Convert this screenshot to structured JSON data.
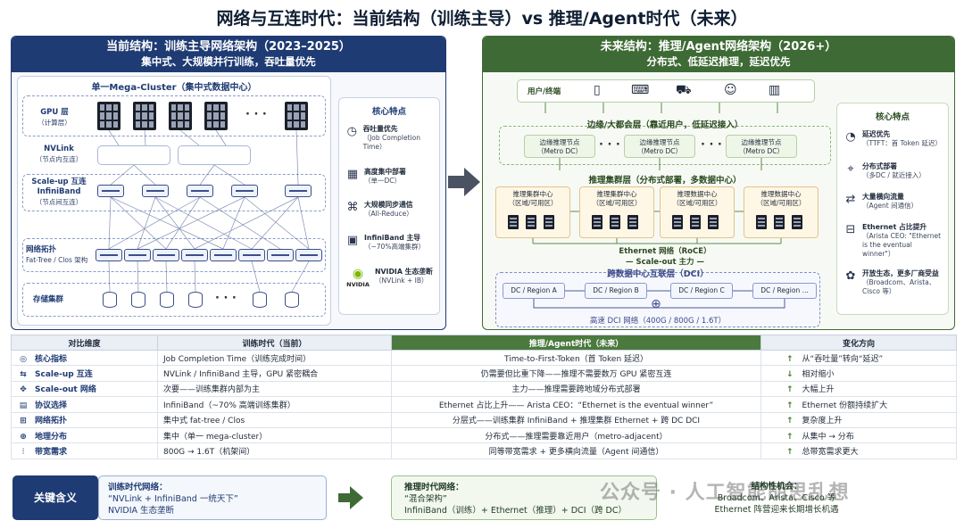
{
  "title": "网络与互连时代：当前结构（训练主导）vs 推理/Agent时代（未来）",
  "left_panel": {
    "title": "当前结构：训练主导网络架构（2023–2025）",
    "subtitle": "集中式、大规模并行训练，吞吐量优先",
    "cluster_title": "单一Mega-Cluster（集中式数据中心）",
    "gpu_layer": "GPU 层",
    "gpu_layer_sub": "（计算层）",
    "nvlink": "NVLink",
    "nvlink_sub": "（节点内互连）",
    "scaleup": "Scale-up 互连",
    "scaleup_ib": "InfiniBand",
    "scaleup_sub": "（节点间互连）",
    "topo": "网络拓扑",
    "topo_sub": "Fat-Tree / Clos 架构",
    "storage": "存储集群",
    "ellipsis": "· · ·",
    "features_title": "核心特点",
    "features": [
      {
        "icon": "clock-icon",
        "glyph": "◷",
        "title": "吞吐量优先",
        "sub": "（Job Completion Time）"
      },
      {
        "icon": "building-icon",
        "glyph": "▦",
        "title": "高度集中部署",
        "sub": "（单一DC）"
      },
      {
        "icon": "network-icon",
        "glyph": "⌘",
        "title": "大规模同步通信",
        "sub": "（All-Reduce）"
      },
      {
        "icon": "chip-icon",
        "glyph": "▣",
        "title": "InfiniBand 主导",
        "sub": "（~70%高端集群）"
      },
      {
        "icon": "nvidia-logo-icon",
        "glyph": "◉",
        "title": "NVIDIA 生态垄断",
        "sub": "（NVLink + IB）"
      }
    ],
    "nvidia_word": "NVIDIA"
  },
  "right_panel": {
    "title": "未来结构：推理/Agent网络架构（2026+）",
    "subtitle": "分布式、低延迟推理，延迟优先",
    "users": "用户/终端",
    "edge_layer": "边缘/大都会层（靠近用户，低延迟接入）",
    "edge_node": "边缘推理节点",
    "edge_node_sub": "（Metro DC）",
    "ellipsis": "· · ·",
    "cluster_layer": "推理集群层（分布式部署，多数据中心）",
    "cluster_nodes": [
      {
        "name": "推理集群中心",
        "sub": "（区域/可用区）"
      },
      {
        "name": "推理集群中心",
        "sub": "（区域/可用区）"
      },
      {
        "name": "推理数据中心",
        "sub": "（区域/可用区）"
      },
      {
        "name": "推理数据中心",
        "sub": "（区域/可用区）"
      }
    ],
    "ethernet": "Ethernet 网络（RoCE）",
    "scaleout": "— Scale-out 主力 —",
    "dci_layer": "跨数据中心互联层（DCI）",
    "regions": [
      "DC / Region A",
      "DC / Region B",
      "DC / Region C",
      "DC / Region ..."
    ],
    "dci_net": "高速 DCI 网络（400G / 800G / 1.6T）",
    "features_title": "核心特点",
    "features": [
      {
        "icon": "gauge-icon",
        "glyph": "◔",
        "title": "延迟优先",
        "sub": "（TTFT：首 Token 延迟）"
      },
      {
        "icon": "distributed-icon",
        "glyph": "⌖",
        "title": "分布式部署",
        "sub": "（多DC / 就近接入）"
      },
      {
        "icon": "exchange-icon",
        "glyph": "⇄",
        "title": "大量横向流量",
        "sub": "（Agent 间通信）"
      },
      {
        "icon": "ethernet-icon",
        "glyph": "⊟",
        "title": "Ethernet 占比提升",
        "sub": "（Arista CEO: \"Ethernet is the eventual winner\"）"
      },
      {
        "icon": "ecosystem-icon",
        "glyph": "✿",
        "title": "开放生态，更多厂商受益",
        "sub": "（Broadcom、Arista、Cisco 等）"
      }
    ]
  },
  "table": {
    "headers": [
      "对比维度",
      "训练时代（当前）",
      "推理/Agent时代（未来）",
      "变化方向"
    ],
    "rows": [
      {
        "icon": "target-icon",
        "glyph": "◎",
        "dim": "核心指标",
        "now": "Job Completion Time（训练完成时间）",
        "fut": "Time-to-First-Token（首 Token 延迟）",
        "dir": "up",
        "chg": "从“吞吐量”转向“延迟”"
      },
      {
        "icon": "scaleup-icon",
        "glyph": "⇆",
        "dim": "Scale-up 互连",
        "now": "NVLink / InfiniBand 主导，GPU 紧密耦合",
        "fut": "仍需要但比重下降——推理不需要数万 GPU 紧密互连",
        "dir": "down",
        "chg": "相对缩小"
      },
      {
        "icon": "scaleout-icon",
        "glyph": "✥",
        "dim": "Scale-out 网络",
        "now": "次要——训练集群内部为主",
        "fut": "主力——推理需要跨地域分布式部署",
        "dir": "up",
        "chg": "大幅上升"
      },
      {
        "icon": "protocol-icon",
        "glyph": "▤",
        "dim": "协议选择",
        "now": "InfiniBand（~70% 高端训练集群）",
        "fut": "Ethernet 占比上升——  Arista CEO：“Ethernet is the eventual winner”",
        "dir": "up",
        "chg": "Ethernet 份额持续扩大"
      },
      {
        "icon": "topology-icon",
        "glyph": "⊞",
        "dim": "网络拓扑",
        "now": "集中式 fat-tree / Clos",
        "fut": "分层式——训练集群 InfiniBand + 推理集群 Ethernet + 跨 DC DCI",
        "dir": "up",
        "chg": "复杂度上升"
      },
      {
        "icon": "globe-icon",
        "glyph": "⊕",
        "dim": "地理分布",
        "now": "集中（单一 mega-cluster）",
        "fut": "分布式——推理需要靠近用户（metro-adjacent）",
        "dir": "up",
        "chg": "从集中 → 分布"
      },
      {
        "icon": "bandwidth-icon",
        "glyph": "⫶",
        "dim": "带宽需求",
        "now": "800G → 1.6T（机架间）",
        "fut": "同等带宽需求 + 更多横向流量（Agent 间通信）",
        "dir": "up",
        "chg": "总带宽需求更大"
      }
    ]
  },
  "bottom": {
    "key_label": "关键含义",
    "train_title": "训练时代网络：",
    "train_l1": "“NVLink + InfiniBand 一统天下”",
    "train_l2": "NVIDIA 生态垄断",
    "inf_title": "推理时代网络：",
    "inf_l1": "“混合架构”",
    "inf_l2": "InfiniBand（训练）+ Ethernet（推理）+ DCI（跨 DC）",
    "opp_l1": "结构性机会：",
    "opp_l2": "Broadcom、Arista、Cisco 等",
    "opp_l3": "Ethernet 阵营迎来长期增长机遇",
    "watermark": "公众号 · 人工智能胡思乱想"
  },
  "colors": {
    "navy": "#1f3b73",
    "green": "#3e6b35"
  }
}
